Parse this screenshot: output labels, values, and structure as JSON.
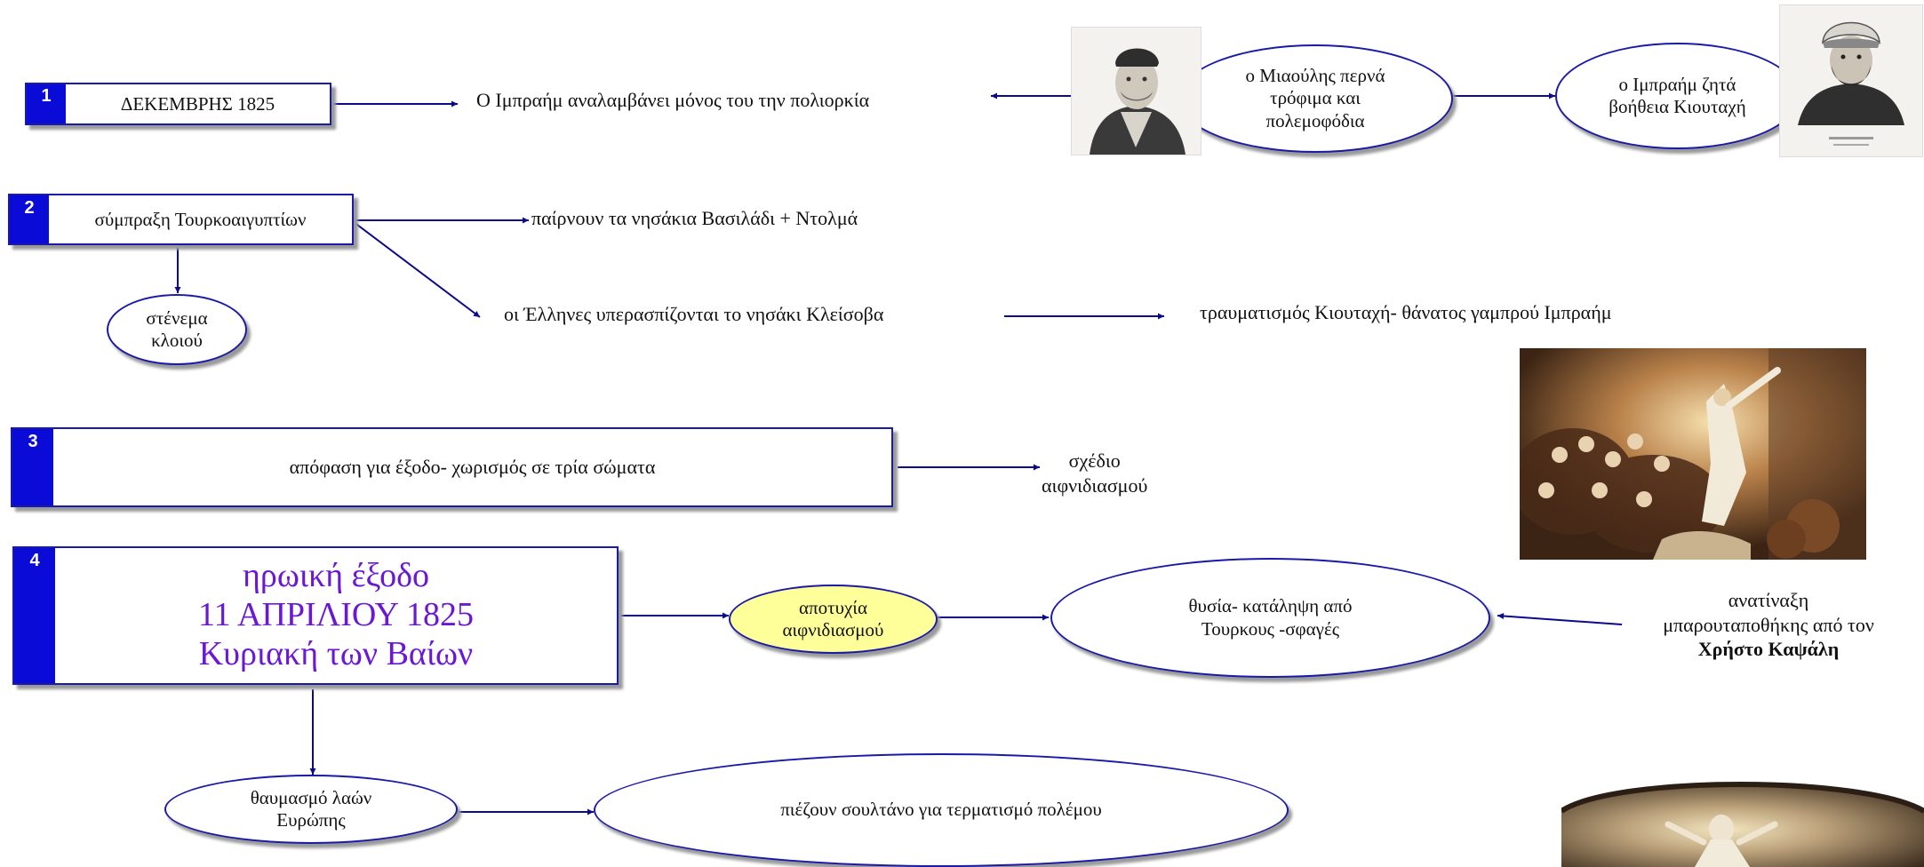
{
  "boxes": {
    "b1": {
      "num": "1",
      "text": "ΔΕΚΕΜΒΡΗΣ 1825"
    },
    "b2": {
      "num": "2",
      "text": "σύμπραξη Τουρκοαιγυπτίων"
    },
    "b3": {
      "num": "3",
      "text": "απόφαση για έξοδο- χωρισμός σε τρία σώματα"
    },
    "b4": {
      "num": "4",
      "line1": "ηρωική έξοδο",
      "line2": "11 ΑΠΡΙΛΙΟΥ 1825",
      "line3": "Κυριακή των Βαίων"
    }
  },
  "labels": {
    "ibrahim_siege": "Ο Ιμπραήμ αναλαμβάνει μόνος του την πολιορκία",
    "islands": "παίρνουν τα νησάκια Βασιλάδι + Ντολμά",
    "kleisova": "οι Έλληνες υπερασπίζονται το νησάκι Κλείσοβα",
    "injury": "τραυματισμός Κιουταχή- θάνατος γαμπρού Ιμπραήμ",
    "plan_1": "σχέδιο",
    "plan_2": "αιφνιδιασμού",
    "explosion_1": "ανατίναξη",
    "explosion_2": "μπαρουταποθήκης από τον",
    "explosion_3": "Χρήστο Καψάλη"
  },
  "ellipses": {
    "miaoulis_1": "ο Μιαούλης περνά",
    "miaoulis_2": "τρόφιμα και",
    "miaoulis_3": "πολεμοφόδια",
    "kiutahi_1": "ο Ιμπραήμ ζητά",
    "kiutahi_2": "βοήθεια Κιουταχή",
    "noose_1": "στένεμα",
    "noose_2": "κλοιού",
    "failure_1": "αποτυχία",
    "failure_2": "αιφνιδιασμού",
    "sacrifice_1": "θυσία- κατάληψη από",
    "sacrifice_2": "Τουρκους -σφαγές",
    "admiration_1": "θαυμασμό λαών",
    "admiration_2": "Ευρώπης",
    "pressure": "πιέζουν σουλτάνο για τερματισμό πολέμου"
  },
  "colors": {
    "border": "#1a1aa8",
    "number_fill": "#0b0bd8",
    "exodus_text": "#6a17d6",
    "failure_fill": "#ffff99"
  },
  "icons": {
    "portrait_miaoulis": "portrait-icon",
    "portrait_kiutahi": "portrait-icon",
    "painting_explosion": "painting-icon",
    "painting_resurrection": "painting-icon"
  }
}
